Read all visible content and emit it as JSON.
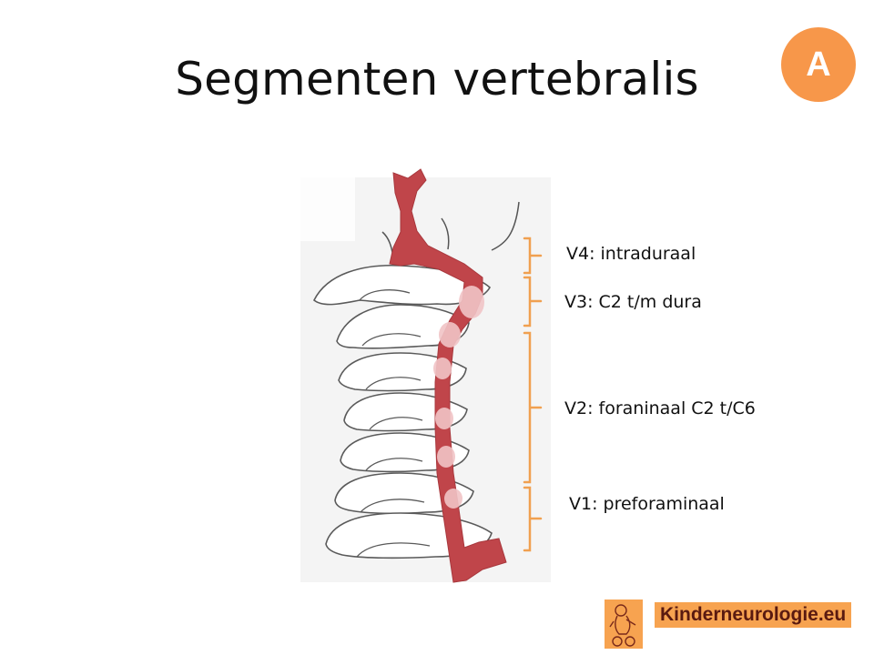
{
  "slide": {
    "title": "Segmenten vertebralis",
    "badge": "A"
  },
  "segments": [
    {
      "id": "V4",
      "label": "V4: intraduraal"
    },
    {
      "id": "V3",
      "label": "V3: C2 t/m dura"
    },
    {
      "id": "V2",
      "label": "V2: foraninaal C2 t/C6"
    },
    {
      "id": "V1",
      "label": "V1: preforaminaal"
    }
  ],
  "brand": {
    "name": "Kinderneurologie.eu"
  },
  "colors": {
    "artery": "#c0454a",
    "bracket": "#f0a050",
    "badge": "#f7974a",
    "bone_outline": "#5a5a5a"
  }
}
